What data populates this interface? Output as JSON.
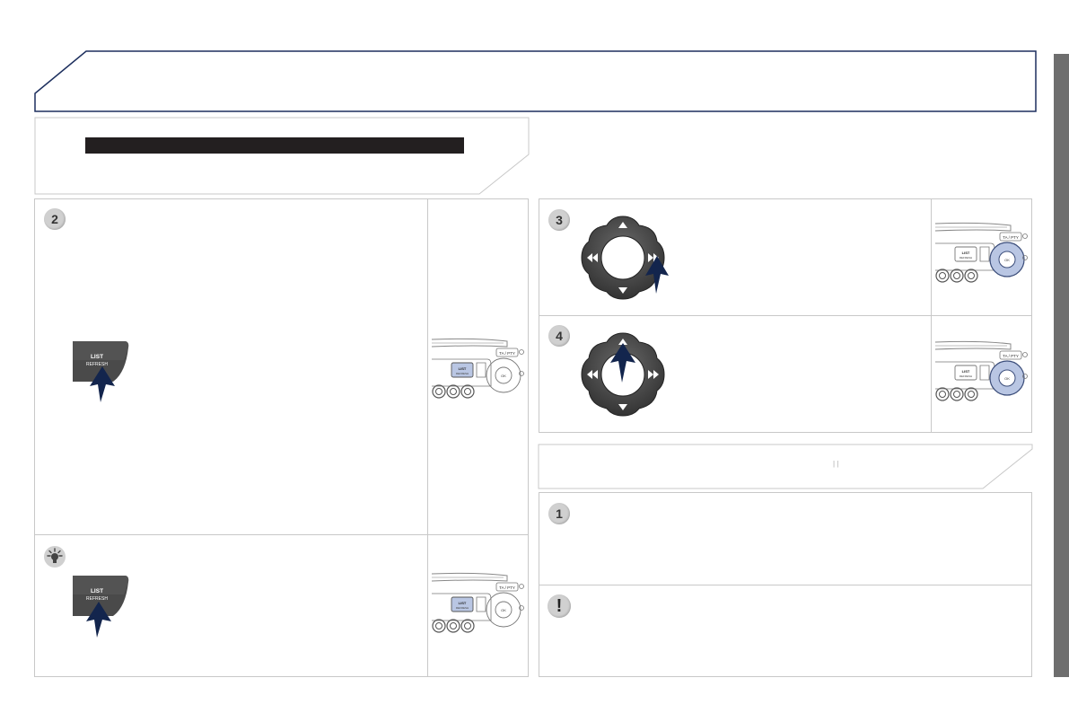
{
  "sections": {
    "step2": {
      "number": "2"
    },
    "step3": {
      "number": "3"
    },
    "step4": {
      "number": "4"
    },
    "step1": {
      "number": "1"
    },
    "warning": {
      "symbol": "!"
    }
  },
  "list_key": {
    "label": "LIST",
    "sublabel": "REFRESH"
  },
  "radio_unit": {
    "ta_pty_label": "TA / PTY",
    "list_label": "LIST",
    "list_sublabel": "REFRESH",
    "ok_label": "OK"
  },
  "right_banner": {
    "mark": "| |"
  },
  "colors": {
    "header_border": "#1d2f5e",
    "panel_border": "#c8c8c8",
    "badge": "#d0d0d0",
    "arrow": "#13254d",
    "redacted_bar": "#231f20",
    "side_tab": "#6e6e6e",
    "radio_highlight": "#b9c6e3"
  },
  "icons": [
    "up-arrow-icon",
    "lamp-icon",
    "warning-icon",
    "navigation-ring-icon"
  ]
}
